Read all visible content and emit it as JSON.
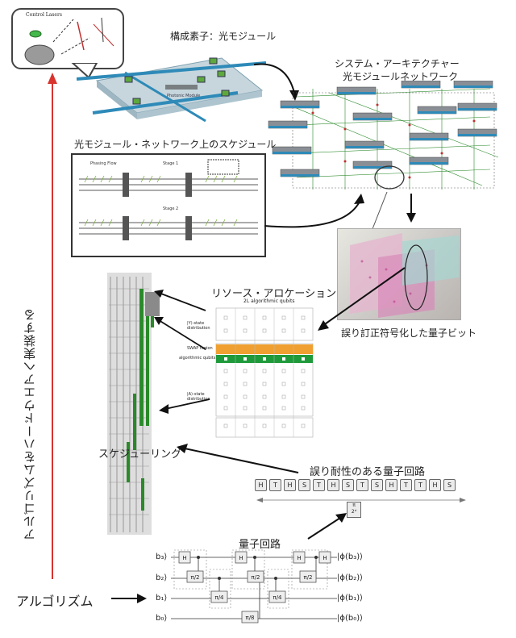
{
  "labels": {
    "vertical_title": "アルゴリズムをハードウエアへ実装する",
    "module": "構成素子：光モジュール",
    "system_line1": "システム・アーキテクチャー",
    "system_line2": "光モジュールネットワーク",
    "schedule_network": "光モジュール・ネットワーク上のスケジュール",
    "resource": "リソース・アロケーション",
    "encoded_qubits": "誤り訂正符号化した量子ビット",
    "scheduling": "スケジューリング",
    "fault_tolerant": "誤り耐性のある量子回路",
    "quantum_circuit": "量子回路",
    "algorithm": "アルゴリズム",
    "control_lasers": "Control Lasers",
    "photonic_module": "Photonic Module"
  },
  "resource_grid": {
    "header": "2L  algorithmic qubits",
    "row_labels": {
      "distill_top": "|Y⟩-state distribution",
      "swap": "SWAP region",
      "algorithmic": "algorithmic qubits",
      "distill_bottom": "|A⟩-state distribution"
    },
    "colors": {
      "swap": "#f0a030",
      "algorithmic": "#1f9a3a"
    }
  },
  "gate_sequence": [
    "H",
    "T",
    "H",
    "S",
    "T",
    "H",
    "S",
    "T",
    "S",
    "H",
    "T",
    "T",
    "H",
    "S"
  ],
  "rotation_label": {
    "num": "π",
    "den": "2ᵈ"
  },
  "circuit": {
    "inputs": [
      "b₃⟩",
      "b₂⟩",
      "b₁⟩",
      "b₀⟩"
    ],
    "outputs": [
      "|ϕ(b₃)⟩",
      "|ϕ(b₂)⟩",
      "|ϕ(b₁)⟩",
      "|ϕ(b₀)⟩"
    ],
    "gates": [
      "H",
      "π/2",
      "H",
      "π/4",
      "π/2",
      "H",
      "π/8",
      "π/4",
      "π/2",
      "H"
    ]
  },
  "schedule_tags": [
    "Phasing Flow",
    "Stage 1",
    "Stage 2"
  ],
  "colors": {
    "arrow_red": "#d9332e",
    "module_blue": "#2e8ab8",
    "lattice_green": "#2a8a2a"
  }
}
